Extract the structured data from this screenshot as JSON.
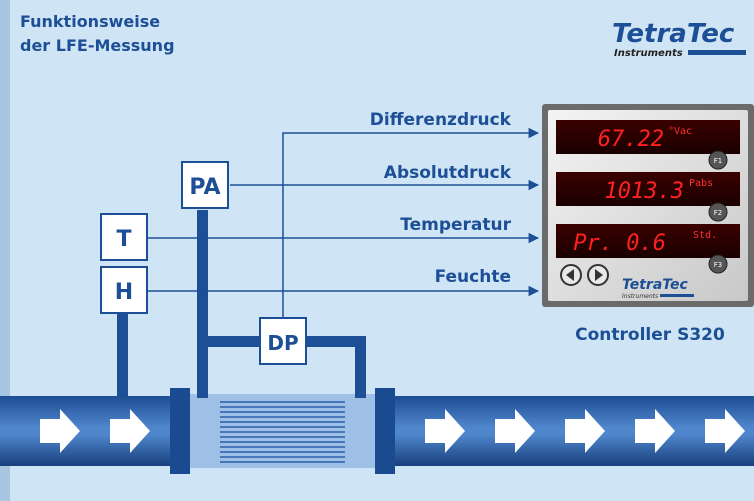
{
  "title": {
    "line1": "Funktionsweise",
    "line2": "der LFE-Messung"
  },
  "brand": {
    "name": "TetraTec",
    "sub": "Instruments"
  },
  "sensors": {
    "pa": "PA",
    "t": "T",
    "h": "H",
    "dp": "DP"
  },
  "signals": [
    {
      "label": "Differenzdruck"
    },
    {
      "label": "Absolutdruck"
    },
    {
      "label": "Temperatur"
    },
    {
      "label": "Feuchte"
    }
  ],
  "controller": {
    "caption": "Controller S320",
    "rows": [
      {
        "value": "67.22",
        "unit": "°Vac",
        "button": "F1"
      },
      {
        "value": "1013.3",
        "unit": "Pabs",
        "button": "F2"
      },
      {
        "value": "Pr. 0.6",
        "unit": "Std.",
        "button": "F3"
      }
    ],
    "brand_name": "TetraTec",
    "brand_sub": "Instruments"
  },
  "colors": {
    "background": "#cfe4f4",
    "accent": "#1d4f96",
    "pipe": "#2a5fa8",
    "led": "#e01010"
  }
}
